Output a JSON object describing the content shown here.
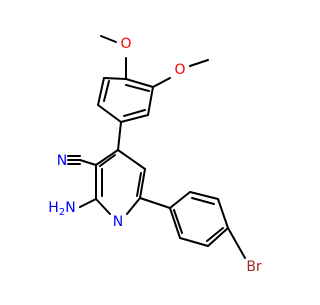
{
  "molecule": {
    "atom_labels": {
      "o_top": "O",
      "o_right": "O",
      "n_nitrile": "N",
      "nh2_n": "N",
      "nh2_h": "H",
      "nh2_sub": "2",
      "n_ring": "N",
      "br": "Br"
    },
    "colors": {
      "bond": "#000000",
      "oxygen": "#ff0000",
      "nitrogen": "#0000ff",
      "bromine": "#a52a2a"
    }
  }
}
